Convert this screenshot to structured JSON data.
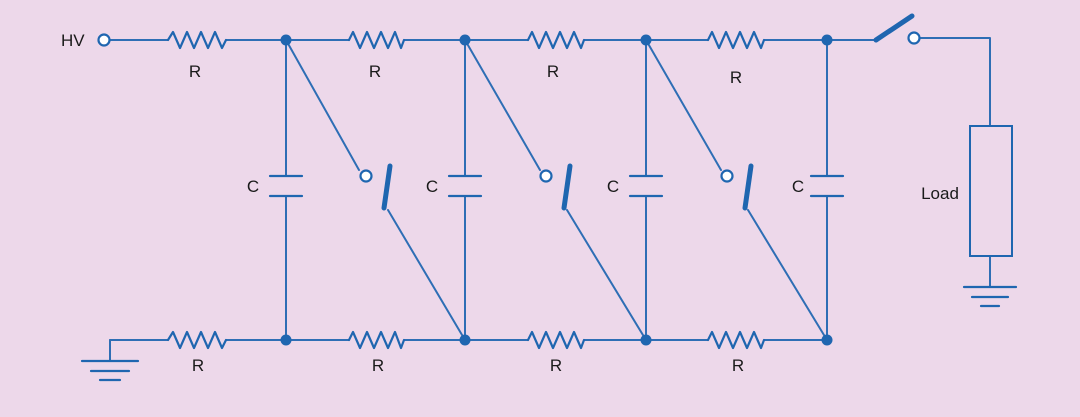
{
  "diagram": {
    "type": "marx-generator-circuit",
    "colors": {
      "background": "#EDD8EA",
      "line": "#2E6EB5",
      "element": "#1F66B0",
      "text": "#1A1A1A"
    },
    "input_label": "HV",
    "stage_count": 4,
    "top_resistors": [
      {
        "label": "R"
      },
      {
        "label": "R"
      },
      {
        "label": "R"
      },
      {
        "label": "R"
      }
    ],
    "bottom_resistors": [
      {
        "label": "R"
      },
      {
        "label": "R"
      },
      {
        "label": "R"
      },
      {
        "label": "R"
      }
    ],
    "capacitors": [
      {
        "label": "C"
      },
      {
        "label": "C"
      },
      {
        "label": "C"
      },
      {
        "label": "C"
      }
    ],
    "spark_gaps": 3,
    "output_switch": "spark-gap",
    "load": {
      "label": "Load"
    },
    "grounds": [
      "input-ground",
      "load-ground"
    ]
  }
}
